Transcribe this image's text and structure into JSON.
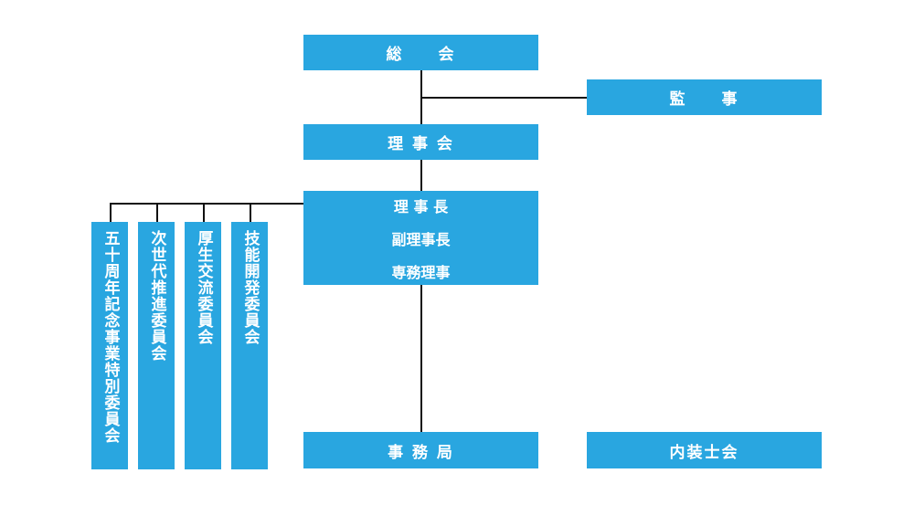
{
  "chart": {
    "general_meeting": "総　　会",
    "auditor": "監　　事",
    "board": "理 事 会",
    "executives": [
      "理 事 長",
      "副理事長",
      "専務理事"
    ],
    "secretariat": "事 務 局",
    "association": "内装士会",
    "committees": [
      "五十周年記念事業特別委員会",
      "次世代推進委員会",
      "厚生交流委員会",
      "技能開発委員会"
    ]
  },
  "colors": {
    "box": "#29a6e0",
    "line": "#111111",
    "text": "#ffffff"
  }
}
